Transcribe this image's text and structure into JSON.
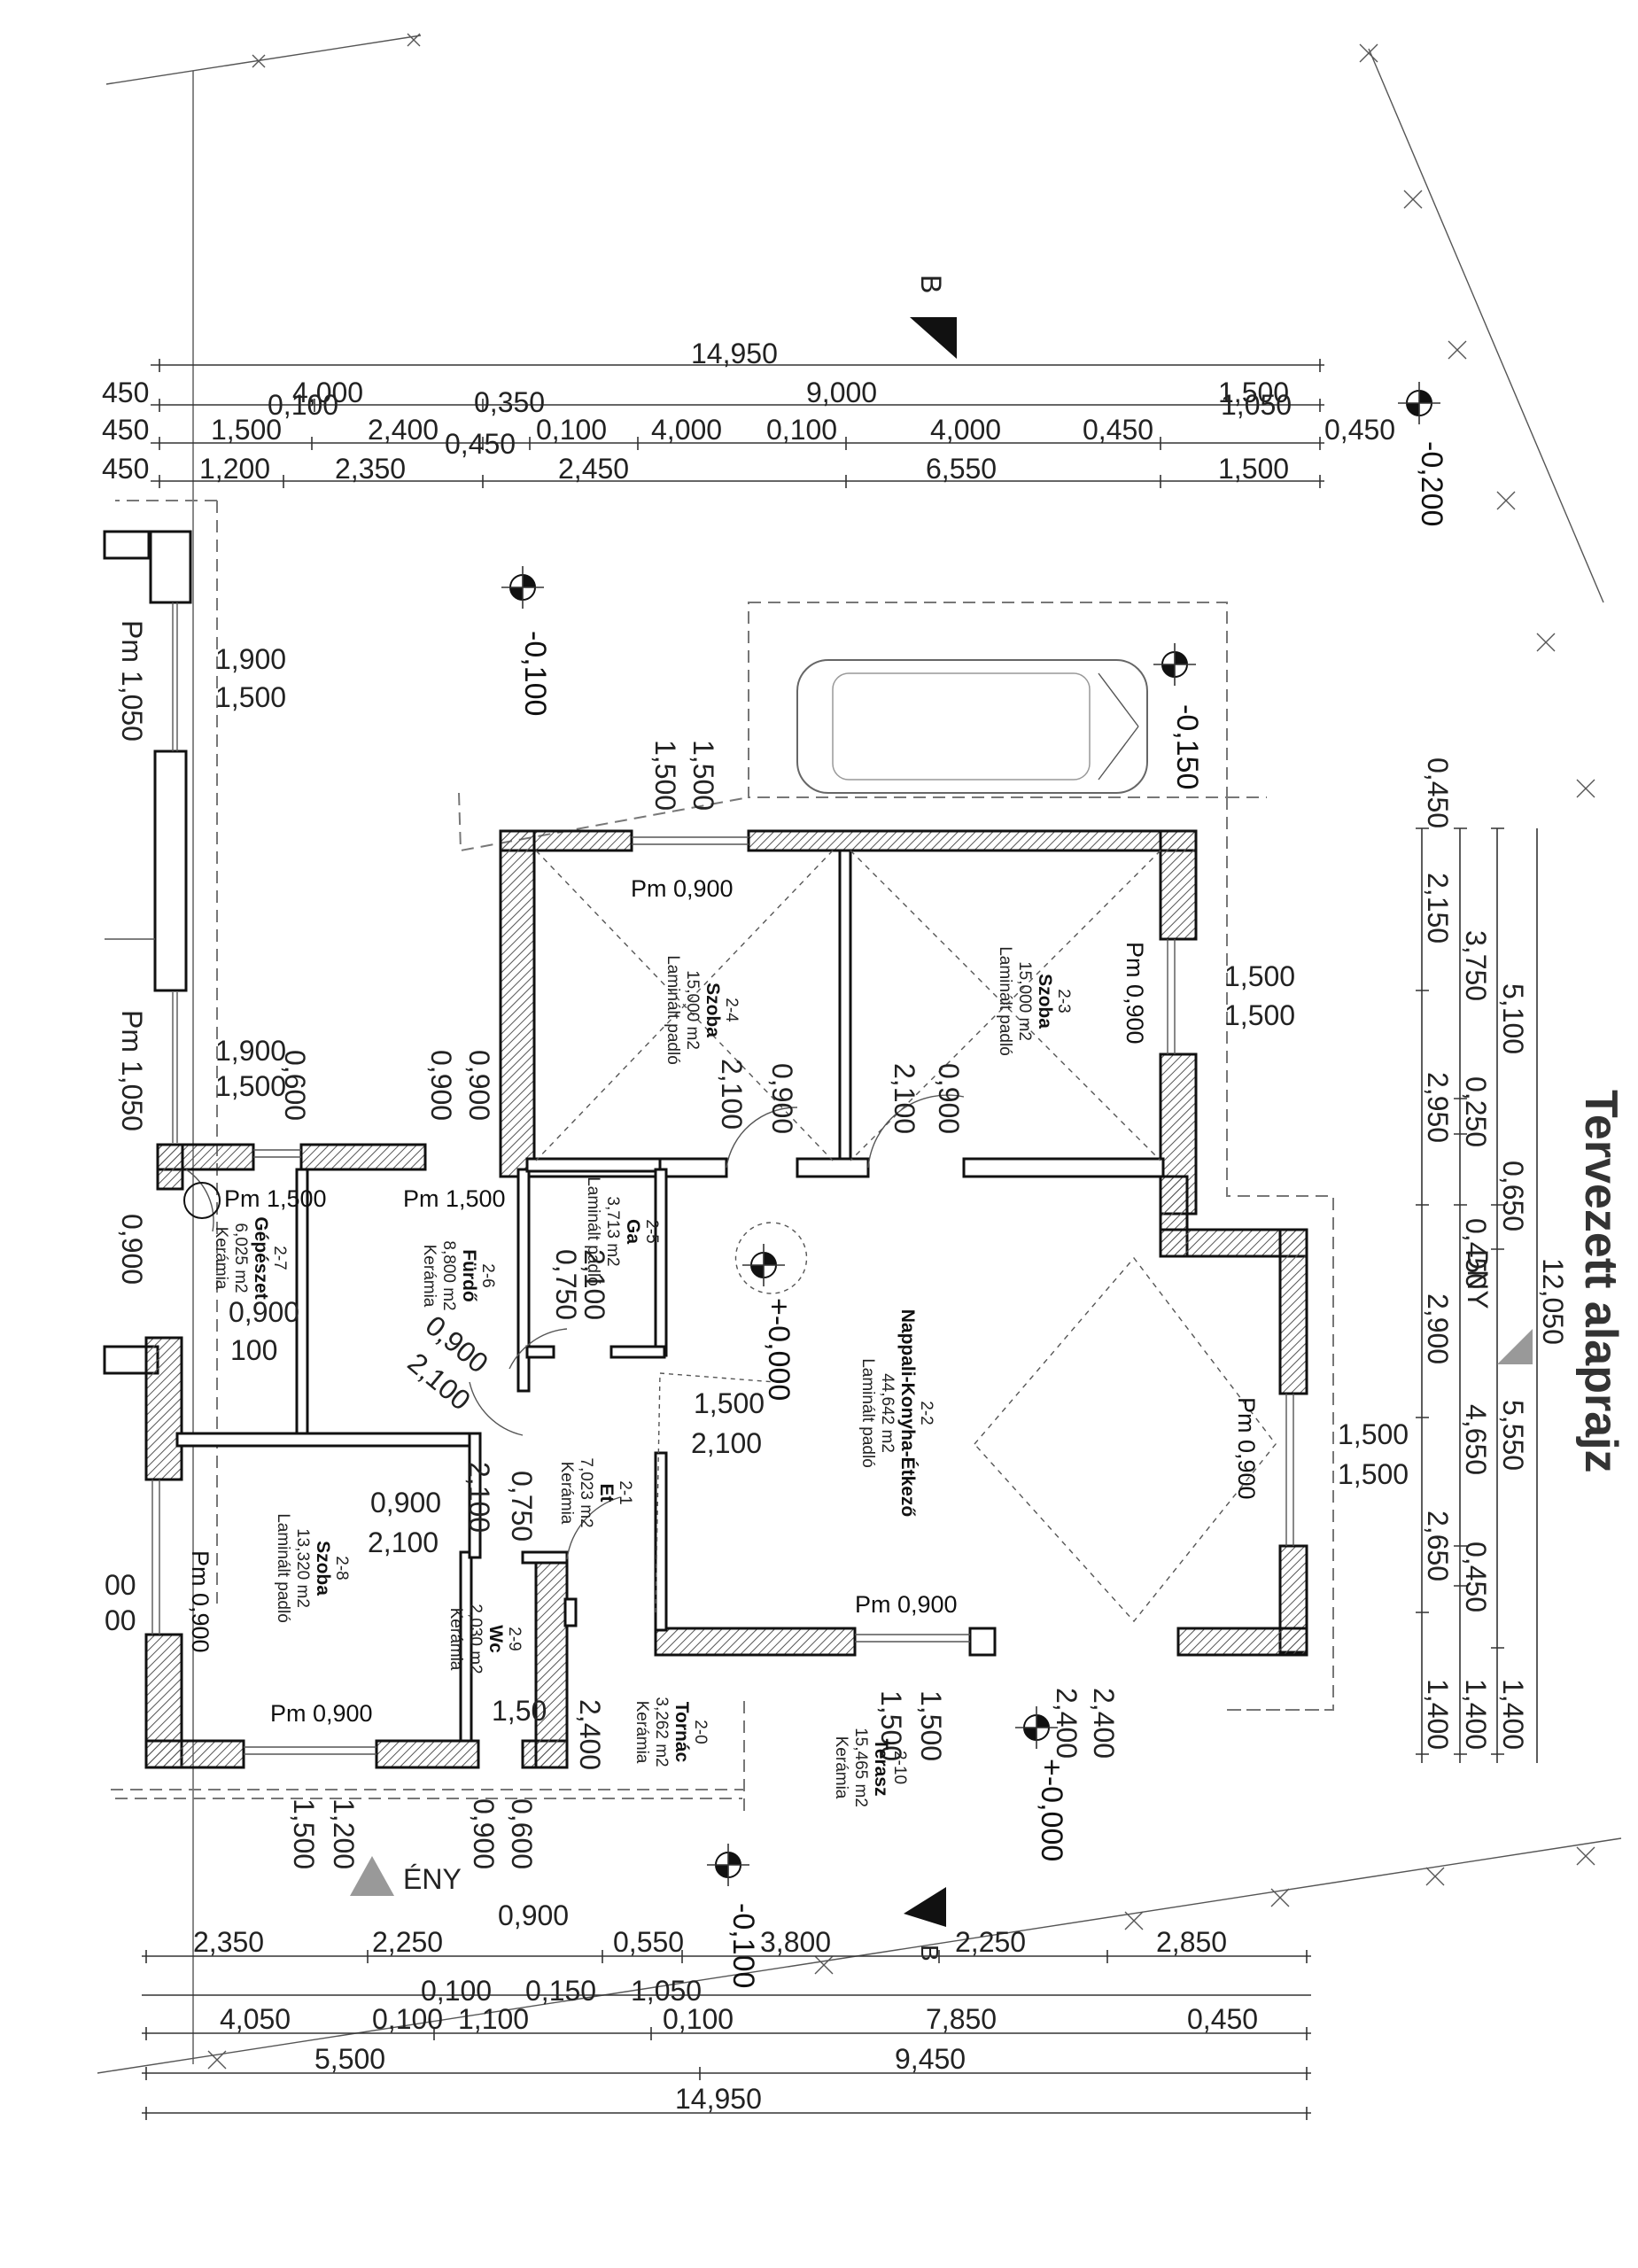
{
  "title": "Tervezett alaprajz",
  "north_marks": {
    "top": "B",
    "bottom": "B"
  },
  "orientation": {
    "dny": "DNY",
    "eny": "ÉNY"
  },
  "levels": [
    "-0,100",
    "-0,150",
    "-0,200",
    "+-0,000",
    "+-0,000",
    "-0,100"
  ],
  "top_dims": {
    "total": "14,950",
    "row1": [
      "450",
      "4,000",
      "0,350",
      "9,000",
      "1,500"
    ],
    "row1b": [
      "0,100",
      "1,050"
    ],
    "row2": [
      "450",
      "1,500",
      "2,400",
      "0,450",
      "0,100",
      "4,000",
      "0,100",
      "4,000",
      "0,450",
      "0,450"
    ],
    "row3": [
      "450",
      "1,200",
      "2,350",
      "2,450",
      "6,550",
      "1,500"
    ]
  },
  "bottom_dims": {
    "row1": [
      "2,350",
      "2,250",
      "0,550",
      "3,800",
      "2,250",
      "2,850"
    ],
    "row2": [
      "0,100",
      "0,150",
      "1,050"
    ],
    "row3": [
      "4,050",
      "0,100",
      "1,100",
      "0,100",
      "7,850",
      "0,450"
    ],
    "row4": [
      "5,500",
      "9,450"
    ],
    "total": "14,950",
    "extra": "0,900"
  },
  "right_dims": {
    "total": "12,050",
    "col1": [
      "0,450",
      "2,150",
      "2,950",
      "2,900",
      "2,650",
      "1,400"
    ],
    "col2": [
      "3,750",
      "0,250",
      "0,450",
      "4,650",
      "0,450",
      "1,400"
    ],
    "col3": [
      "5,100",
      "0,650",
      "5,550",
      "1,400"
    ]
  },
  "misc_dims": {
    "left_window1": [
      "1,900",
      "1,500"
    ],
    "left_window2": [
      "1,900",
      "1,500"
    ],
    "sill_left": [
      "0,600",
      "0,900",
      "0,900"
    ],
    "top_win": [
      "1,500",
      "1,500"
    ],
    "right_win1": [
      "1,500",
      "1,500"
    ],
    "right_win2": [
      "1,500",
      "1,500"
    ],
    "pm_left1": "Pm 1,050",
    "pm_left2": "Pm 1,050",
    "left_edge": [
      "0,900",
      "2,100",
      "00",
      "00"
    ],
    "bottom_win": [
      "1,500",
      "1,200",
      "0,900",
      "0,600"
    ],
    "terr_dims": [
      "2,400",
      "2,400",
      "1,500",
      "1,500",
      "2,400"
    ],
    "door_dims": [
      "0,900",
      "2,100",
      "0,900",
      "2,100",
      "0,900",
      "2,100",
      "0,750",
      "2,100",
      "0,900",
      "2,100"
    ],
    "kitchen_dims": [
      "1,500",
      "2,100"
    ],
    "eg_dims": [
      "0,900",
      "2,100",
      "0,750",
      "2,100"
    ],
    "small": [
      "0,900",
      "100",
      "1,50"
    ]
  },
  "pm_labels": [
    "Pm 0,900",
    "Pm 0,900",
    "Pm 1,500",
    "Pm 1,500",
    "Pm 0,900",
    "Pm 0,900",
    "Pm 0,900",
    "Pm 0,900"
  ],
  "rooms": [
    {
      "id": "2-4",
      "name": "Szoba",
      "area": "15,000 m2",
      "floor": "Laminált padló"
    },
    {
      "id": "2-3",
      "name": "Szoba",
      "area": "15,000 m2",
      "floor": "Laminált padló"
    },
    {
      "id": "2-5",
      "name": "Ga",
      "area": "3,713 m2",
      "floor": "Laminált padló"
    },
    {
      "id": "2-6",
      "name": "Fürdő",
      "area": "8,800 m2",
      "floor": "Kerámia"
    },
    {
      "id": "2-7",
      "name": "Gépészet",
      "area": "6,025 m2",
      "floor": "Kerámia"
    },
    {
      "id": "2-2",
      "name": "Nappali-Konyha-Étkező",
      "area": "44,642 m2",
      "floor": "Laminált padló"
    },
    {
      "id": "2-1",
      "name": "Et",
      "area": "7,023 m2",
      "floor": "Kerámia"
    },
    {
      "id": "2-8",
      "name": "Szoba",
      "area": "13,320 m2",
      "floor": "Laminált padló"
    },
    {
      "id": "2-9",
      "name": "Wc",
      "area": "2,030 m2",
      "floor": "Kerámia"
    },
    {
      "id": "2-0",
      "name": "Tornác",
      "area": "3,262 m2",
      "floor": "Kerámia"
    },
    {
      "id": "2-10",
      "name": "Terasz",
      "area": "15,465 m2",
      "floor": "Kerámia"
    }
  ],
  "colors": {
    "line": "#222222",
    "hatch": "#555555",
    "arrow": "#111111",
    "marker_grey": "#888888"
  }
}
